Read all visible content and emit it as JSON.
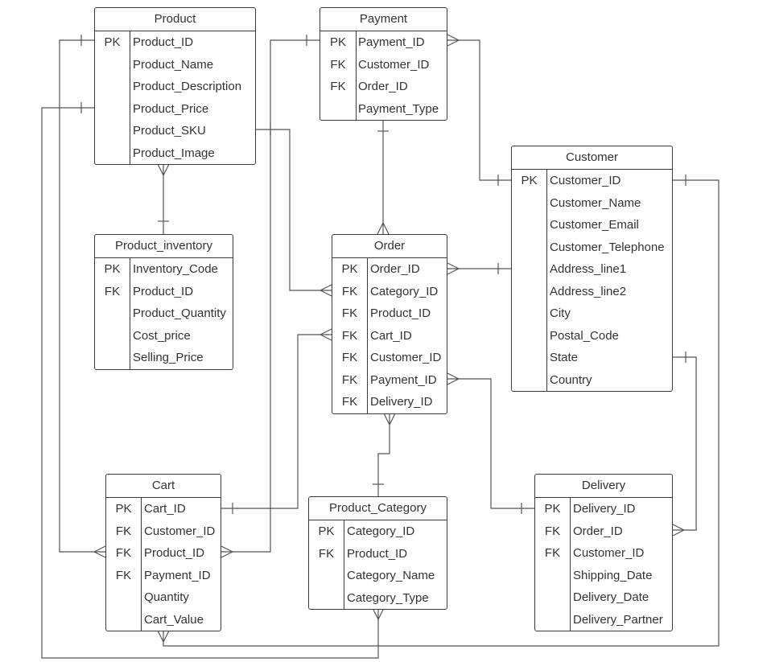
{
  "entities": {
    "product": {
      "title": "Product",
      "rows": [
        {
          "key": "PK",
          "field": "Product_ID"
        },
        {
          "key": "",
          "field": "Product_Name"
        },
        {
          "key": "",
          "field": "Product_Description"
        },
        {
          "key": "",
          "field": "Product_Price"
        },
        {
          "key": "",
          "field": "Product_SKU"
        },
        {
          "key": "",
          "field": "Product_Image"
        }
      ]
    },
    "payment": {
      "title": "Payment",
      "rows": [
        {
          "key": "PK",
          "field": "Payment_ID"
        },
        {
          "key": "FK",
          "field": "Customer_ID"
        },
        {
          "key": "FK",
          "field": "Order_ID"
        },
        {
          "key": "",
          "field": "Payment_Type"
        }
      ]
    },
    "customer": {
      "title": "Customer",
      "rows": [
        {
          "key": "PK",
          "field": "Customer_ID"
        },
        {
          "key": "",
          "field": "Customer_Name"
        },
        {
          "key": "",
          "field": "Customer_Email"
        },
        {
          "key": "",
          "field": "Customer_Telephone"
        },
        {
          "key": "",
          "field": "Address_line1"
        },
        {
          "key": "",
          "field": "Address_line2"
        },
        {
          "key": "",
          "field": "City"
        },
        {
          "key": "",
          "field": "Postal_Code"
        },
        {
          "key": "",
          "field": "State"
        },
        {
          "key": "",
          "field": "Country"
        }
      ]
    },
    "product_inventory": {
      "title": "Product_inventory",
      "rows": [
        {
          "key": "PK",
          "field": "Inventory_Code"
        },
        {
          "key": "FK",
          "field": "Product_ID"
        },
        {
          "key": "",
          "field": "Product_Quantity"
        },
        {
          "key": "",
          "field": "Cost_price"
        },
        {
          "key": "",
          "field": "Selling_Price"
        }
      ]
    },
    "order": {
      "title": "Order",
      "rows": [
        {
          "key": "PK",
          "field": "Order_ID"
        },
        {
          "key": "FK",
          "field": "Category_ID"
        },
        {
          "key": "FK",
          "field": "Product_ID"
        },
        {
          "key": "FK",
          "field": "Cart_ID"
        },
        {
          "key": "FK",
          "field": "Customer_ID"
        },
        {
          "key": "FK",
          "field": "Payment_ID"
        },
        {
          "key": "FK",
          "field": "Delivery_ID"
        }
      ]
    },
    "cart": {
      "title": "Cart",
      "rows": [
        {
          "key": "PK",
          "field": "Cart_ID"
        },
        {
          "key": "FK",
          "field": "Customer_ID"
        },
        {
          "key": "FK",
          "field": "Product_ID"
        },
        {
          "key": "FK",
          "field": "Payment_ID"
        },
        {
          "key": "",
          "field": "Quantity"
        },
        {
          "key": "",
          "field": "Cart_Value"
        }
      ]
    },
    "product_category": {
      "title": "Product_Category",
      "rows": [
        {
          "key": "PK",
          "field": "Category_ID"
        },
        {
          "key": "FK",
          "field": "Product_ID"
        },
        {
          "key": "",
          "field": "Category_Name"
        },
        {
          "key": "",
          "field": "Category_Type"
        }
      ]
    },
    "delivery": {
      "title": "Delivery",
      "rows": [
        {
          "key": "PK",
          "field": "Delivery_ID"
        },
        {
          "key": "FK",
          "field": "Order_ID"
        },
        {
          "key": "FK",
          "field": "Customer_ID"
        },
        {
          "key": "",
          "field": "Shipping_Date"
        },
        {
          "key": "",
          "field": "Delivery_Date"
        },
        {
          "key": "",
          "field": "Delivery_Partner"
        }
      ]
    }
  }
}
